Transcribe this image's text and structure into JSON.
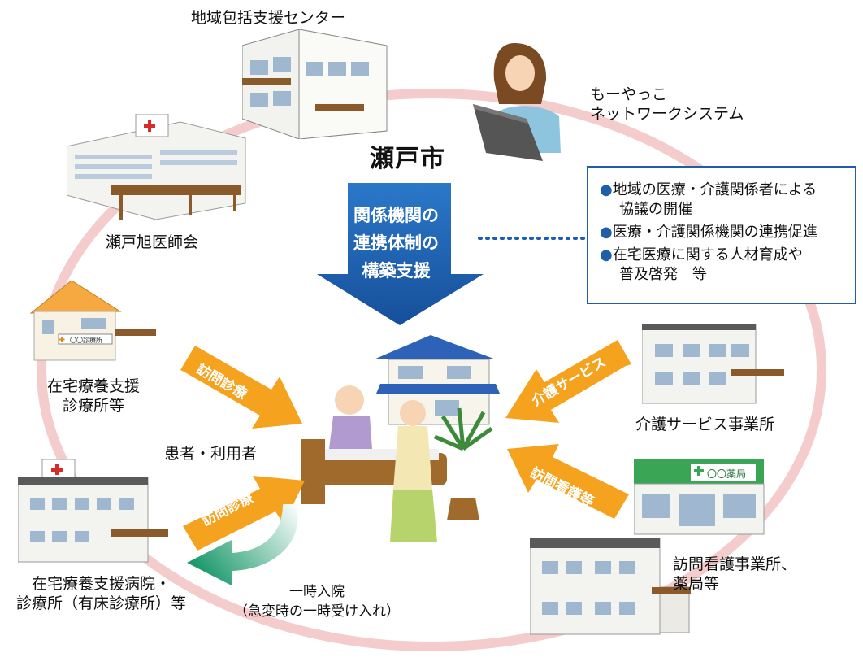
{
  "city": "瀬戸市",
  "center_arrow": {
    "lines": [
      "関係機関の",
      "連携体制の",
      "構築支援"
    ],
    "color": "#1a5fb4"
  },
  "info_box": {
    "items": [
      {
        "bullet": "●",
        "line1": "地域の医療・介護関係者による",
        "line2": "協議の開催"
      },
      {
        "bullet": "●",
        "line1": "医療・介護関係機関の連携促進",
        "line2": ""
      },
      {
        "bullet": "●",
        "line1": "在宅医療に関する人材育成や",
        "line2": "普及啓発　等"
      }
    ]
  },
  "nodes": {
    "chiiki": "地域包括支援センター",
    "network_line1": "もーやっこ",
    "network_line2": "ネットワークシステム",
    "ishikai": "瀬戸旭医師会",
    "shinryojo_line1": "在宅療養支援",
    "shinryojo_line2": "診療所等",
    "byoin_line1": "在宅療養支援病院・",
    "byoin_line2": "診療所（有床診療所）等",
    "kaigo": "介護サービス事業所",
    "kango_line1": "訪問看護事業所、",
    "kango_line2": "薬局等",
    "patient": "患者・利用者",
    "hospital_line1": "一時入院",
    "hospital_line2": "（急変時の一時受け入れ）",
    "clinic_sign": "〇〇診療所",
    "pharmacy_sign": "〇〇薬局"
  },
  "arrows": {
    "homon_shinryo_1": "訪問診療",
    "homon_shinryo_2": "訪問診療",
    "kaigo_service": "介護サービス",
    "homon_kango": "訪問看護等"
  },
  "colors": {
    "ring": "#f4cccc",
    "orange": "#f5a21f",
    "blue": "#1a5fb4",
    "green": "#1e9a6e"
  }
}
